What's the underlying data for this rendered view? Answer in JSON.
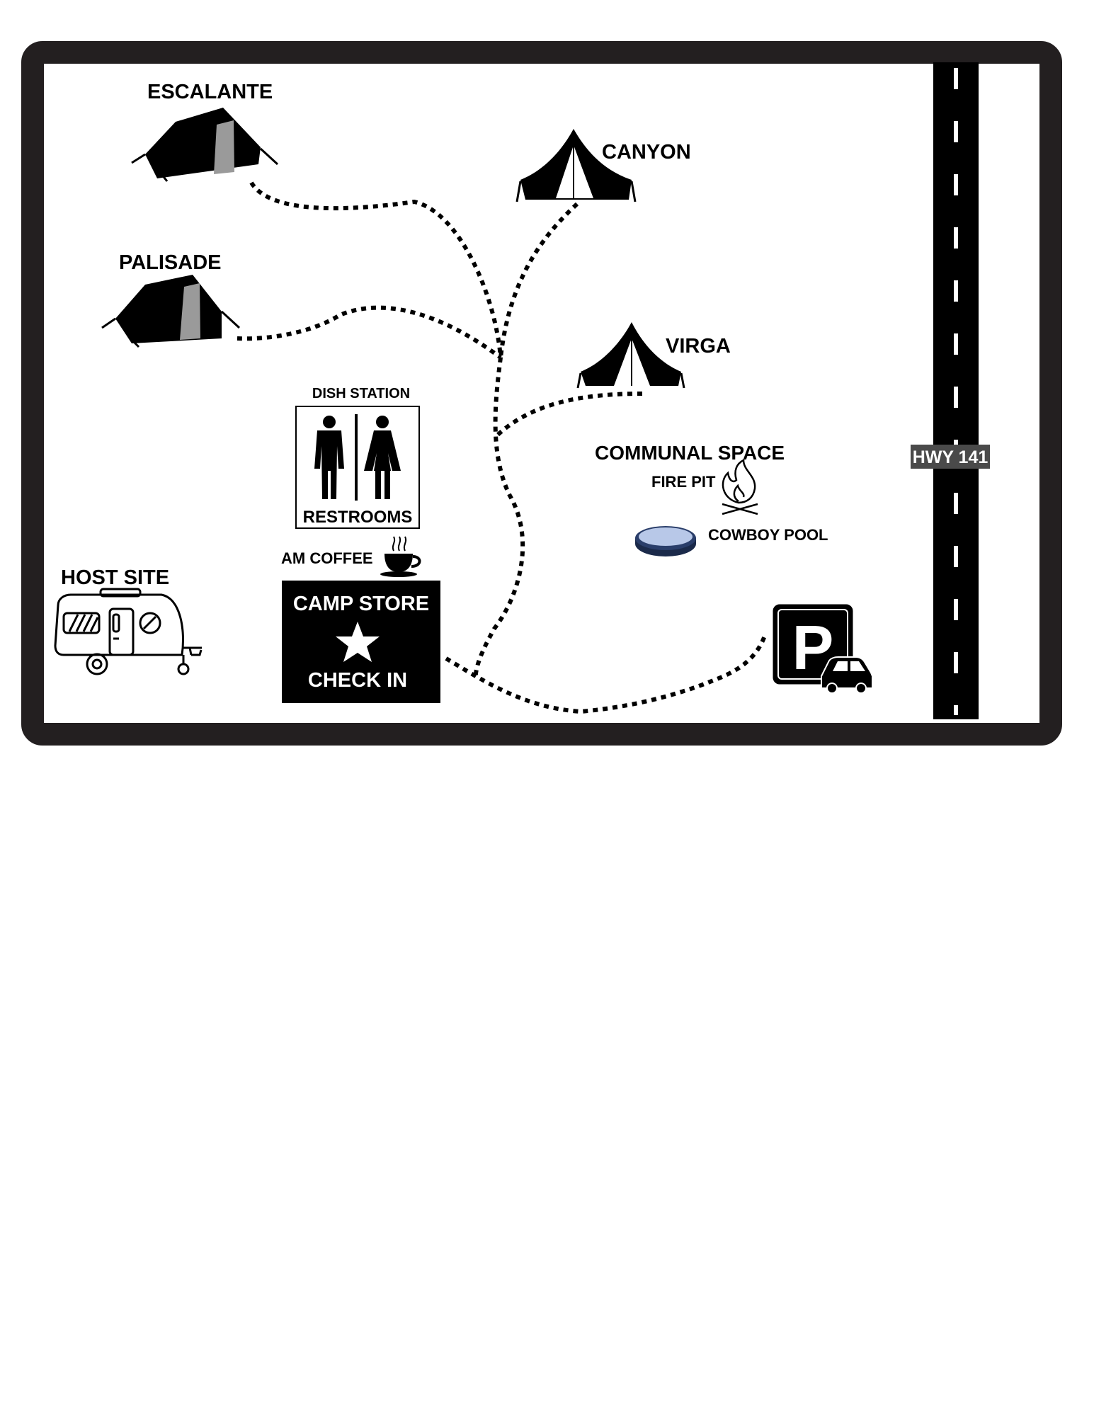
{
  "sites": {
    "escalante": "ESCALANTE",
    "palisade": "PALISADE",
    "canyon": "CANYON",
    "virga": "VIRGA",
    "host": "HOST SITE"
  },
  "facilities": {
    "dish_station": "DISH STATION",
    "restrooms": "RESTROOMS",
    "am_coffee": "AM COFFEE",
    "camp_store": "CAMP STORE",
    "check_in": "CHECK IN",
    "communal_space": "COMMUNAL SPACE",
    "fire_pit": "FIRE PIT",
    "cowboy_pool": "COWBOY POOL",
    "parking": "P"
  },
  "road": {
    "name": "HWY 141"
  },
  "colors": {
    "ink": "#000000",
    "paper": "#ffffff",
    "frame": "#231f20",
    "road_label_bg": "#4a4a4a",
    "pool_blue": "#b8c8e8"
  }
}
